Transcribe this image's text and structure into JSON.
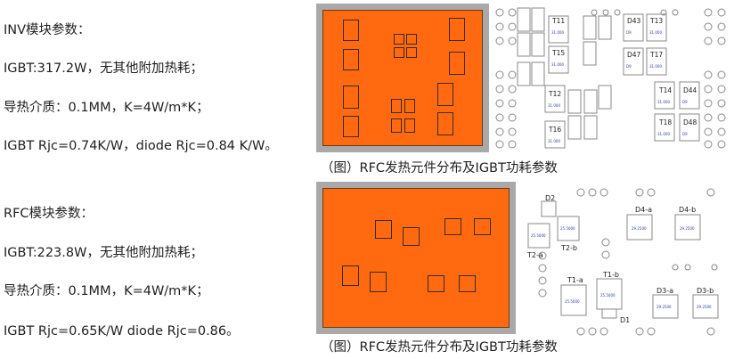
{
  "inv": {
    "heading": "INV模块参数：",
    "igbt_loss": "IGBT:317.2W，无其他附加热耗；",
    "medium": "导热介质：0.1MM，K=4W/m*K；",
    "rjc": "IGBT Rjc=0.74K/W，diode Rjc=0.84 K/W。"
  },
  "rfc": {
    "heading": "RFC模块参数：",
    "igbt_loss": "IGBT:223.8W，无其他附加热耗；",
    "medium": "导热介质：0.1MM，K=4W/m*K；",
    "rjc": "IGBT Rjc=0.65K/W diode Rjc=0.86。"
  },
  "captions": {
    "top": "（图）RFC发热元件分布及IGBT功耗参数",
    "bottom": "（图）RFC发热元件分布及IGBT功耗参数"
  },
  "top_diagram_labels": [
    "T11",
    "T15",
    "D43",
    "T13",
    "D47",
    "T17",
    "T12",
    "T16",
    "T14",
    "T18",
    "D44",
    "D48"
  ],
  "bottom_diagram_labels": [
    "D2",
    "T2-a",
    "T2-b",
    "D4-a",
    "D4-b",
    "T1-a",
    "T1-b",
    "D1",
    "D3-a",
    "D3-b"
  ],
  "colors": {
    "panel_fill": "#ff6a10",
    "panel_frame": "#a9a9a9",
    "annotation_blue": "#2b3f9a"
  }
}
